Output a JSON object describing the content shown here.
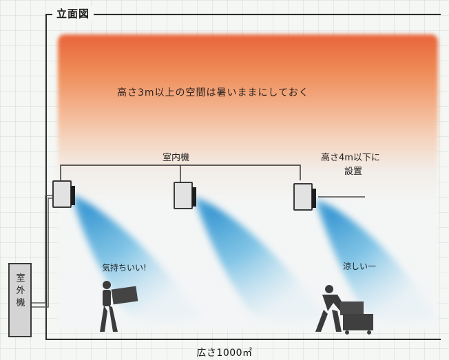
{
  "diagram": {
    "title": "立面図",
    "top_zone_text": "高さ3m以上の空間は暑いままにしておく",
    "indoor_unit_label": "室内機",
    "install_note_line1": "高さ4m以下に",
    "install_note_line2": "設置",
    "outdoor_unit_label": "室外機",
    "comment_left": "気持ちいい!",
    "comment_right": "涼しい一",
    "area_label": "広さ1000㎡"
  },
  "colors": {
    "hot": "#e8643a",
    "cool_air": "#4aa6d6",
    "frame": "#2a2a2a",
    "person": "#3b3b3b"
  }
}
